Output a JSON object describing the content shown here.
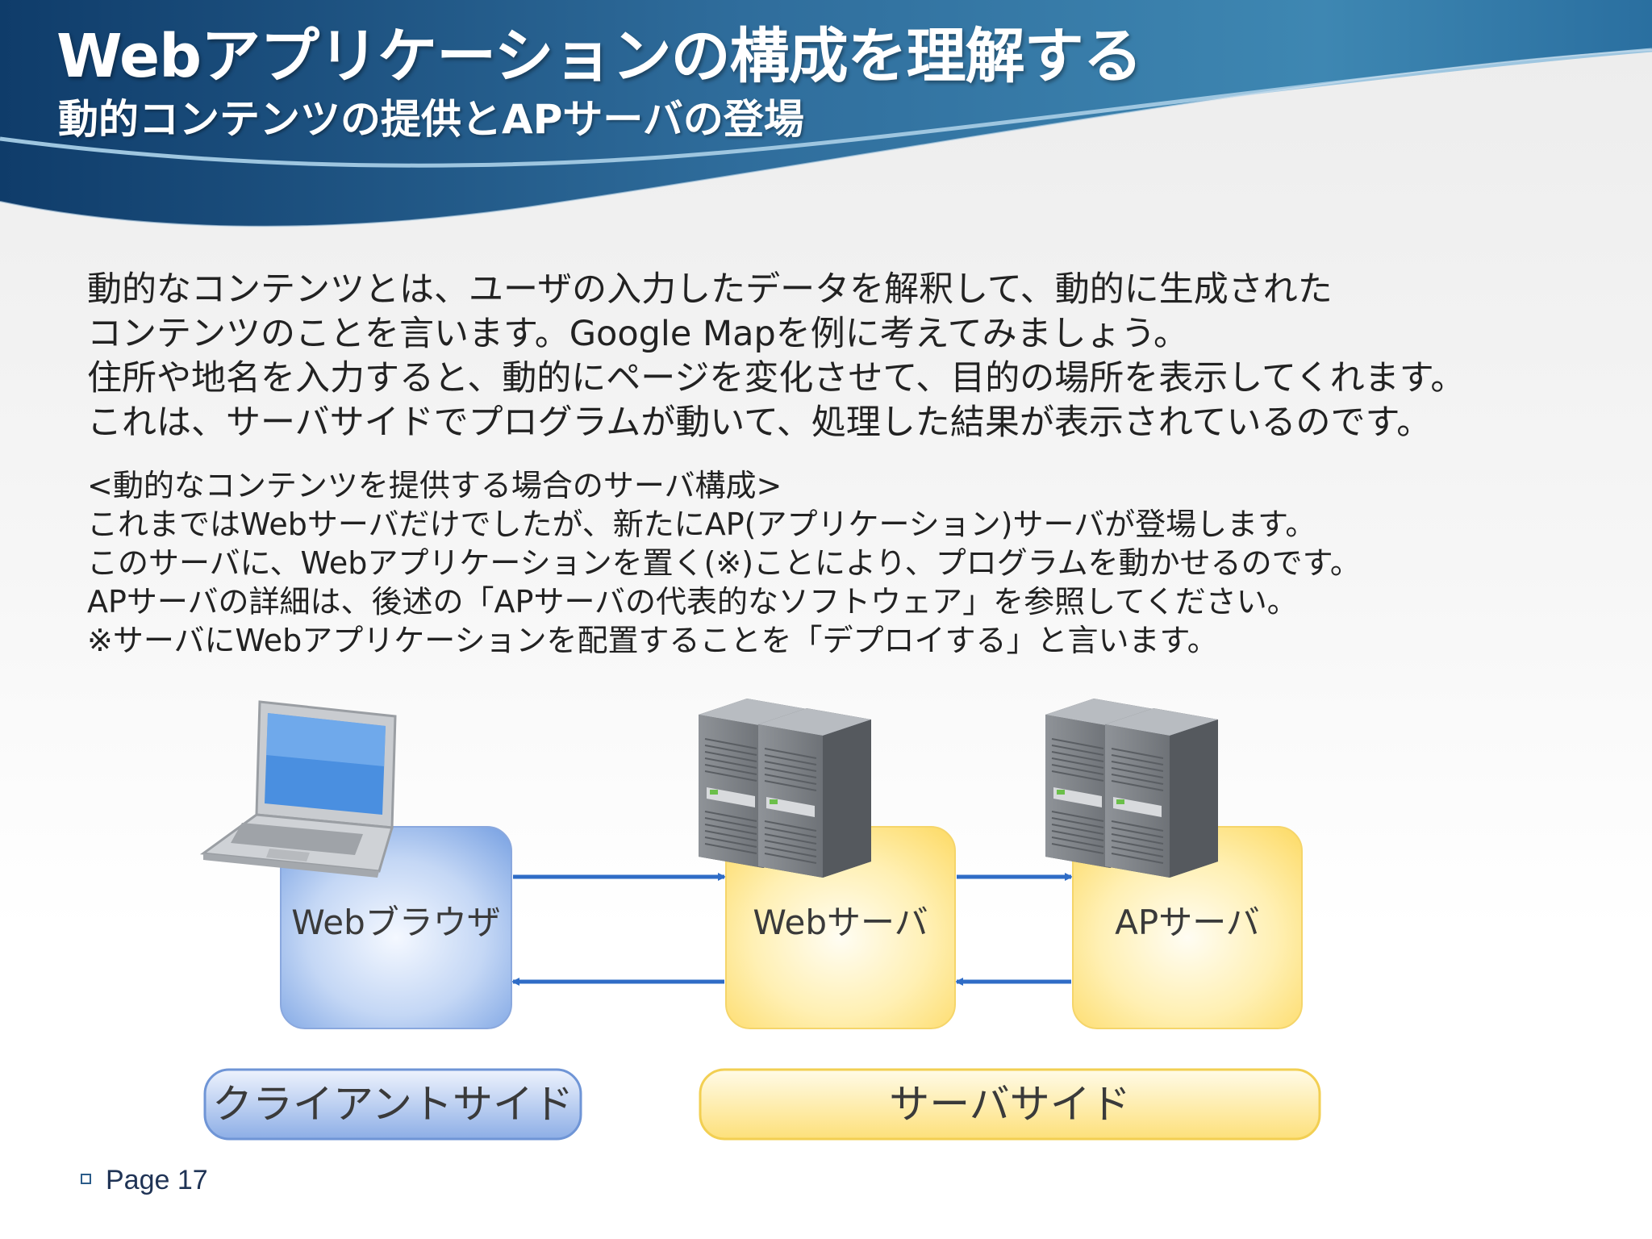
{
  "header": {
    "title": "Webアプリケーションの構成を理解する",
    "subtitle": "動的コンテンツの提供とAPサーバの登場"
  },
  "body": {
    "intro_lines": [
      "動的なコンテンツとは、ユーザの入力したデータを解釈して、動的に生成された",
      "コンテンツのことを言います。Google Mapを例に考えてみましょう。",
      "住所や地名を入力すると、動的にページを変化させて、目的の場所を表示してくれます。",
      "これは、サーバサイドでプログラムが動いて、処理した結果が表示されているのです。"
    ],
    "section_heading": "<動的なコンテンツを提供する場合のサーバ構成>",
    "section_lines": [
      "これまではWebサーバだけでしたが、新たにAP(アプリケーション)サーバが登場します。",
      "このサーバに、Webアプリケーションを置く(※)ことにより、プログラムを動かせるのです。",
      "APサーバの詳細は、後述の「APサーバの代表的なソフトウェア」を参照してください。",
      "※サーバにWebアプリケーションを配置することを「デプロイする」と言います。"
    ]
  },
  "diagram": {
    "nodes": {
      "browser": "Webブラウザ",
      "web_server": "Webサーバ",
      "ap_server": "APサーバ"
    },
    "bands": {
      "client": "クライアントサイド",
      "server": "サーバサイド"
    },
    "colors": {
      "blue_box": "#8fb1e8",
      "yellow_box": "#fde38a",
      "arrow": "#2f6cc6"
    }
  },
  "footer": {
    "page": "Page 17"
  }
}
